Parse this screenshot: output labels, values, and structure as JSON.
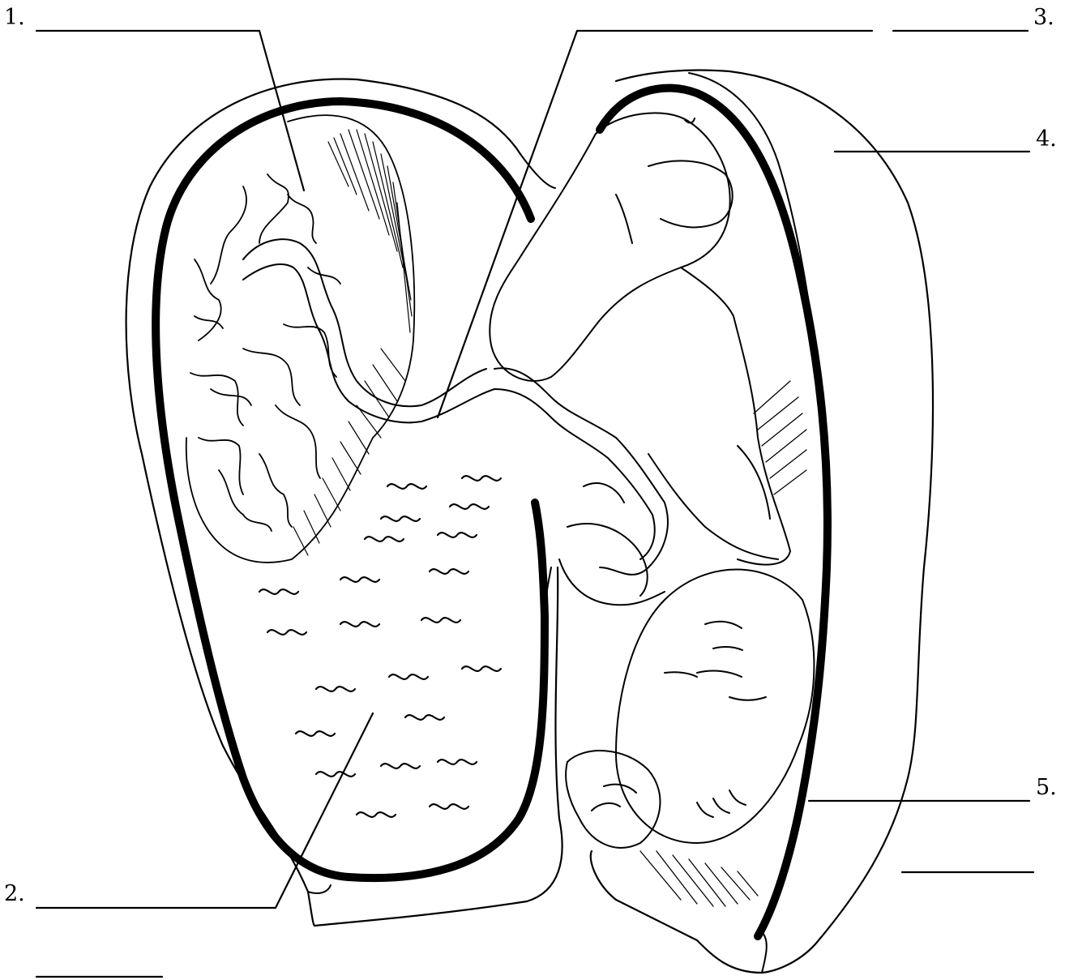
{
  "diagram": {
    "labels": [
      {
        "id": "label-1",
        "text": "1."
      },
      {
        "id": "label-2",
        "text": "2."
      },
      {
        "id": "label-3",
        "text": "3."
      },
      {
        "id": "label-4",
        "text": "4."
      },
      {
        "id": "label-5",
        "text": "5."
      }
    ],
    "colors": {
      "ink": "#000000",
      "background": "#ffffff"
    }
  }
}
